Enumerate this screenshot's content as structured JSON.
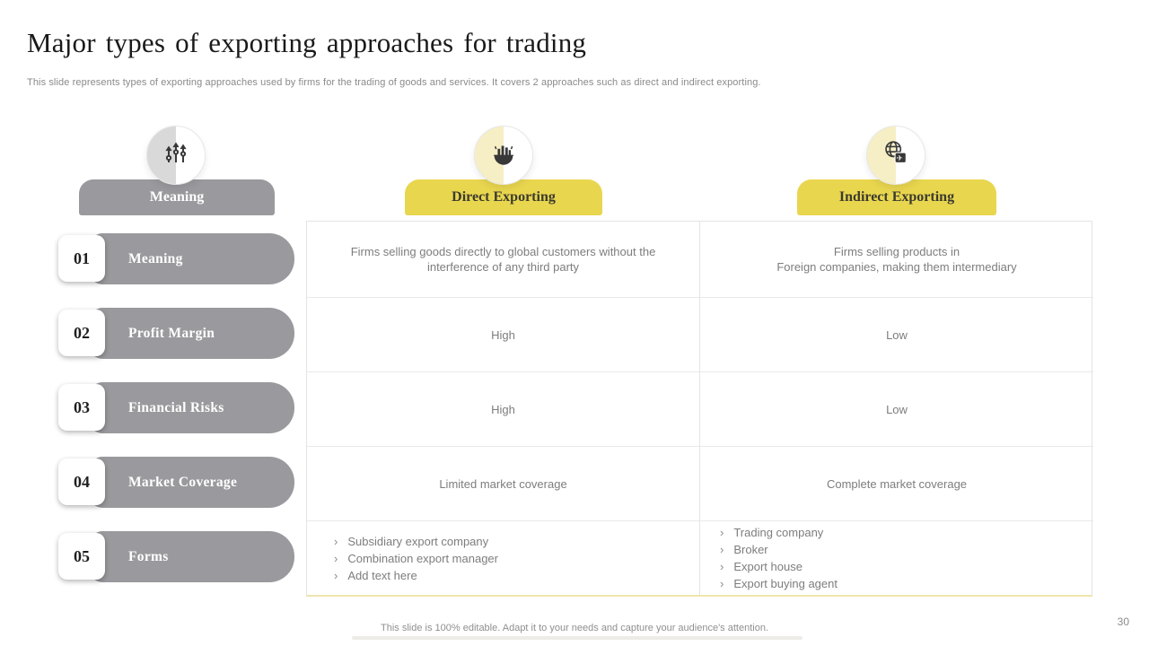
{
  "title": "Major types of exporting approaches for trading",
  "subtitle": "This slide represents types of exporting approaches used by firms for the trading of goods and services. It covers 2 approaches such as direct and indirect exporting.",
  "footer": "This slide is 100% editable. Adapt it to your needs and capture your audience's attention.",
  "page_number": "30",
  "colors": {
    "accent_yellow": "#e9d64f",
    "accent_yellow_pale": "#f6efc5",
    "gray_pill": "#9a999d",
    "gray_pale": "#d9d9d9",
    "table_border": "#e4e4e4",
    "table_bottom_border": "#efe5ac",
    "cell_text": "#7d7d7d",
    "title_text": "#1a1a1a"
  },
  "left_panel": {
    "header": "Meaning",
    "icon": "growth-arrows-icon",
    "items": [
      {
        "number": "01",
        "label": "Meaning"
      },
      {
        "number": "02",
        "label": "Profit Margin"
      },
      {
        "number": "03",
        "label": "Financial Risks"
      },
      {
        "number": "04",
        "label": "Market Coverage"
      },
      {
        "number": "05",
        "label": "Forms"
      }
    ]
  },
  "columns": [
    {
      "header": "Direct Exporting",
      "icon": "globe-city-icon",
      "cells": {
        "meaning": "Firms selling goods directly to global customers without the interference of any third party",
        "profit_margin": "High",
        "financial_risks": "High",
        "market_coverage": "Limited market coverage",
        "forms": [
          "Subsidiary export company",
          "Combination export manager",
          "Add text here"
        ]
      }
    },
    {
      "header": "Indirect Exporting",
      "icon": "globe-plane-icon",
      "cells": {
        "meaning": "Firms selling products in\nForeign companies, making them intermediary",
        "profit_margin": "Low",
        "financial_risks": "Low",
        "market_coverage": "Complete market coverage",
        "forms": [
          "Trading company",
          "Broker",
          "Export house",
          "Export buying agent"
        ]
      }
    }
  ]
}
